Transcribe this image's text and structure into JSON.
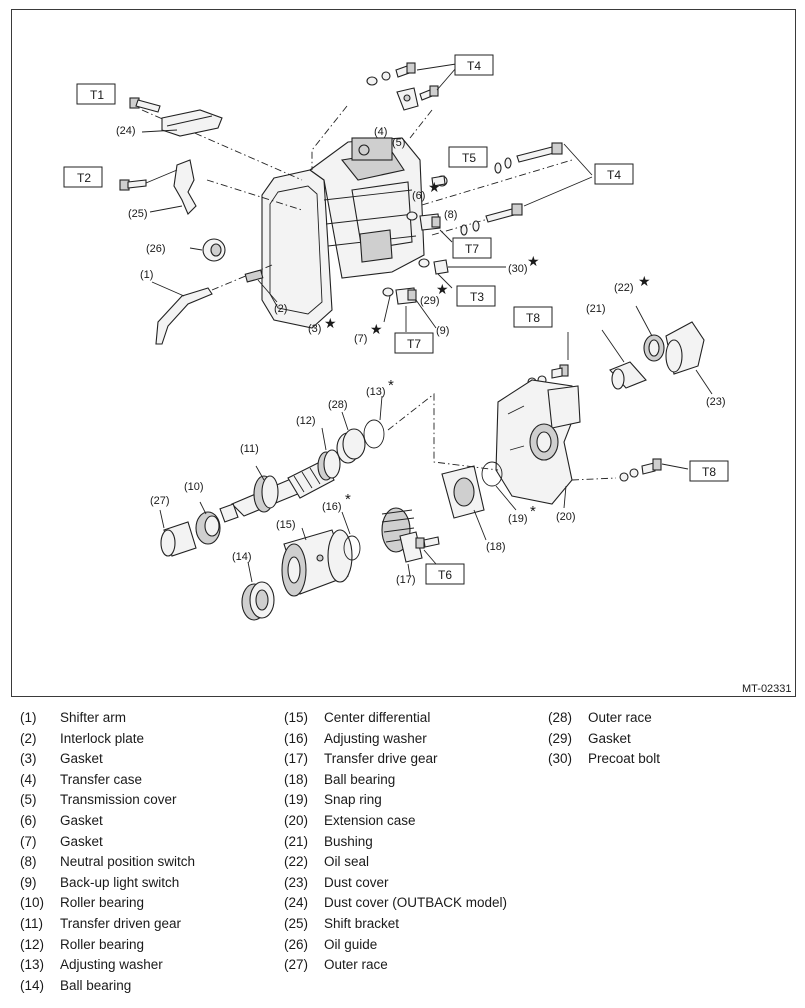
{
  "figure": {
    "code": "MT-02331",
    "torque_boxes": [
      "T1",
      "T2",
      "T3",
      "T4",
      "T4",
      "T5",
      "T6",
      "T7",
      "T7",
      "T8",
      "T8"
    ],
    "callouts": [
      "(1)",
      "(2)",
      "(3)",
      "(4)",
      "(5)",
      "(6)",
      "(7)",
      "(8)",
      "(9)",
      "(10)",
      "(11)",
      "(12)",
      "(13)",
      "(14)",
      "(15)",
      "(16)",
      "(17)",
      "(18)",
      "(19)",
      "(20)",
      "(21)",
      "(22)",
      "(23)",
      "(24)",
      "(25)",
      "(26)",
      "(27)",
      "(28)",
      "(29)",
      "(30)"
    ],
    "marks": {
      "star": "★",
      "asterisk": "*"
    }
  },
  "legend": {
    "col1": [
      {
        "num": "(1)",
        "name": "Shifter arm"
      },
      {
        "num": "(2)",
        "name": "Interlock plate"
      },
      {
        "num": "(3)",
        "name": "Gasket"
      },
      {
        "num": "(4)",
        "name": "Transfer case"
      },
      {
        "num": "(5)",
        "name": "Transmission cover"
      },
      {
        "num": "(6)",
        "name": "Gasket"
      },
      {
        "num": "(7)",
        "name": "Gasket"
      },
      {
        "num": "(8)",
        "name": "Neutral position switch"
      },
      {
        "num": "(9)",
        "name": "Back-up light switch"
      },
      {
        "num": "(10)",
        "name": "Roller bearing"
      },
      {
        "num": "(11)",
        "name": "Transfer driven gear"
      },
      {
        "num": "(12)",
        "name": "Roller bearing"
      },
      {
        "num": "(13)",
        "name": "Adjusting washer"
      },
      {
        "num": "(14)",
        "name": "Ball bearing"
      }
    ],
    "col2": [
      {
        "num": "(15)",
        "name": "Center differential"
      },
      {
        "num": "(16)",
        "name": "Adjusting washer"
      },
      {
        "num": "(17)",
        "name": "Transfer drive gear"
      },
      {
        "num": "(18)",
        "name": "Ball bearing"
      },
      {
        "num": "(19)",
        "name": "Snap ring"
      },
      {
        "num": "(20)",
        "name": "Extension case"
      },
      {
        "num": "(21)",
        "name": "Bushing"
      },
      {
        "num": "(22)",
        "name": "Oil seal"
      },
      {
        "num": "(23)",
        "name": "Dust cover"
      },
      {
        "num": "(24)",
        "name": "Dust cover (OUTBACK model)"
      },
      {
        "num": "(25)",
        "name": "Shift bracket"
      },
      {
        "num": "(26)",
        "name": "Oil guide"
      },
      {
        "num": "(27)",
        "name": "Outer race"
      }
    ],
    "col3": [
      {
        "num": "(28)",
        "name": "Outer race"
      },
      {
        "num": "(29)",
        "name": "Gasket"
      },
      {
        "num": "(30)",
        "name": "Precoat bolt"
      }
    ]
  }
}
